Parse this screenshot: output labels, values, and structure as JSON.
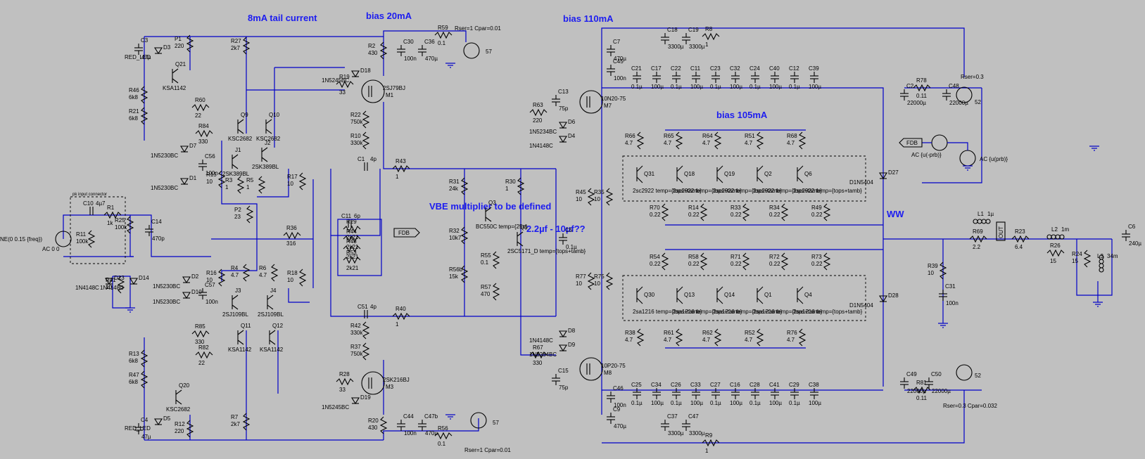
{
  "annotations": {
    "tail_current": "8mA tail current",
    "bias_20": "bias 20mA",
    "bias_110": "bias 110mA",
    "bias_105": "bias 105mA",
    "vbe_note": "VBE multiplier to be defined",
    "cap_note": "2.2µf - 10µf??",
    "ww": "WW"
  },
  "inputs": {
    "input_connector": "pk input connector",
    "v5_spec": "NE(0 0.15 {freq})",
    "v5_ac": "AC 0 0",
    "fdb_label": "FDB",
    "ac_v": "AC {u(-prb)}",
    "ac_i": "AC {u(prb)}"
  },
  "supplies": {
    "v6_rser": "Rser=1 Cpar=0.01",
    "v6_value": "57",
    "v7_rser": "Rser=1 Cpar=0.01",
    "v7_value": "57",
    "v1_rser": "Rser=0.3",
    "v1_value": "52",
    "v4_rser": "Rser=0.3 Cpar=0.032",
    "v4_value": "52"
  },
  "components": [
    {
      "ref": "C3",
      "value": "47µ"
    },
    {
      "ref": "D3",
      "value": "RED_LED"
    },
    {
      "ref": "P1",
      "value": "220"
    },
    {
      "ref": "Q21",
      "value": "KSA1142"
    },
    {
      "ref": "R46",
      "value": "6k8"
    },
    {
      "ref": "R21",
      "value": "6k8"
    },
    {
      "ref": "R60",
      "value": "22"
    },
    {
      "ref": "R84",
      "value": "330"
    },
    {
      "ref": "D7",
      "value": "1N5230BC"
    },
    {
      "ref": "D1",
      "value": "1N5230BC"
    },
    {
      "ref": "C56",
      "value": "100n"
    },
    {
      "ref": "R27",
      "value": "2k7"
    },
    {
      "ref": "Q9",
      "value": "KSC2682"
    },
    {
      "ref": "Q10",
      "value": "KSC2682"
    },
    {
      "ref": "J1",
      "value": "2SK389BL"
    },
    {
      "ref": "J2",
      "value": "2SK389BL"
    },
    {
      "ref": "R15",
      "value": "10"
    },
    {
      "ref": "R3",
      "value": "1"
    },
    {
      "ref": "R5",
      "value": "1"
    },
    {
      "ref": "R17",
      "value": "10"
    },
    {
      "ref": "P2",
      "value": "23"
    },
    {
      "ref": "R36",
      "value": "316"
    },
    {
      "ref": "C10",
      "value": "4µ7"
    },
    {
      "ref": "R1",
      "value": "1k"
    },
    {
      "ref": "R25",
      "value": "100k"
    },
    {
      "ref": "C14",
      "value": "470p"
    },
    {
      "ref": "R11",
      "value": "100k"
    },
    {
      "ref": "D13",
      "value": "1N4148C"
    },
    {
      "ref": "D14",
      "value": "1N4148C"
    },
    {
      "ref": "R41",
      "value": "10"
    },
    {
      "ref": "D2",
      "value": "1N5230BC"
    },
    {
      "ref": "D10",
      "value": "1N5230BC"
    },
    {
      "ref": "C57",
      "value": "100n"
    },
    {
      "ref": "R16",
      "value": "10"
    },
    {
      "ref": "R4",
      "value": "4.7"
    },
    {
      "ref": "R6",
      "value": "4.7"
    },
    {
      "ref": "R18",
      "value": "10"
    },
    {
      "ref": "J3",
      "value": "2SJ109BL"
    },
    {
      "ref": "J4",
      "value": "2SJ109BL"
    },
    {
      "ref": "R85",
      "value": "330"
    },
    {
      "ref": "R82",
      "value": "22"
    },
    {
      "ref": "Q11",
      "value": "KSA1142"
    },
    {
      "ref": "Q12",
      "value": "KSA1142"
    },
    {
      "ref": "R13",
      "value": "6k8"
    },
    {
      "ref": "R47",
      "value": "6k8"
    },
    {
      "ref": "Q20",
      "value": "KSC2682"
    },
    {
      "ref": "C4",
      "value": "47µ"
    },
    {
      "ref": "D5",
      "value": "RED_LED"
    },
    {
      "ref": "R12",
      "value": "220"
    },
    {
      "ref": "R7",
      "value": "2k7"
    },
    {
      "ref": "R2",
      "value": "430"
    },
    {
      "ref": "C30",
      "value": "100n"
    },
    {
      "ref": "C36",
      "value": "470µ"
    },
    {
      "ref": "R59",
      "value": "0.1"
    },
    {
      "ref": "V6",
      "value": "57"
    },
    {
      "ref": "D18",
      "value": "1N5245BC"
    },
    {
      "ref": "R19",
      "value": "33"
    },
    {
      "ref": "M1",
      "value": "2SJ79BJ"
    },
    {
      "ref": "R22",
      "value": "750k"
    },
    {
      "ref": "R10",
      "value": "330k"
    },
    {
      "ref": "C1",
      "value": "4p"
    },
    {
      "ref": "R43",
      "value": "1"
    },
    {
      "ref": "C11",
      "value": "6p"
    },
    {
      "ref": "R29",
      "value": "2k21"
    },
    {
      "ref": "R44",
      "value": "2k21"
    },
    {
      "ref": "R48",
      "value": "2k21"
    },
    {
      "ref": "R53",
      "value": "2k21"
    },
    {
      "ref": "C51",
      "value": "4p"
    },
    {
      "ref": "R40",
      "value": "1"
    },
    {
      "ref": "R42",
      "value": "330k"
    },
    {
      "ref": "R37",
      "value": "750k"
    },
    {
      "ref": "R28",
      "value": "33"
    },
    {
      "ref": "M3",
      "value": "2SK216BJ"
    },
    {
      "ref": "D19",
      "value": "1N5245BC"
    },
    {
      "ref": "R20",
      "value": "430"
    },
    {
      "ref": "C44",
      "value": "100n"
    },
    {
      "ref": "C47b",
      "value": "470µ"
    },
    {
      "ref": "R56",
      "value": "0.1"
    },
    {
      "ref": "V7",
      "value": "57"
    },
    {
      "ref": "R31",
      "value": "24k"
    },
    {
      "ref": "R32",
      "value": "10k7"
    },
    {
      "ref": "R30",
      "value": "1"
    },
    {
      "ref": "Q3",
      "value": "BC550C temp={25c}"
    },
    {
      "ref": "R56b",
      "value": "15k"
    },
    {
      "ref": "Q5",
      "value": "2SC5171_D temp={tops+tamb}"
    },
    {
      "ref": "C5",
      "value": "0.1µ"
    },
    {
      "ref": "R55",
      "value": "0.1"
    },
    {
      "ref": "R57",
      "value": "470"
    },
    {
      "ref": "C13",
      "value": "75p"
    },
    {
      "ref": "R63",
      "value": "220"
    },
    {
      "ref": "D6",
      "value": "1N5234BC"
    },
    {
      "ref": "D4",
      "value": "1N4148C"
    },
    {
      "ref": "M7",
      "value": "10N20-75"
    },
    {
      "ref": "C7",
      "value": "470µ"
    },
    {
      "ref": "C45",
      "value": "100n"
    },
    {
      "ref": "R45",
      "value": "10"
    },
    {
      "ref": "R35",
      "value": "10"
    },
    {
      "ref": "R77",
      "value": "10"
    },
    {
      "ref": "R75",
      "value": "10"
    },
    {
      "ref": "D8",
      "value": "1N4148C"
    },
    {
      "ref": "D9",
      "value": "1N5234BC"
    },
    {
      "ref": "R67",
      "value": "330"
    },
    {
      "ref": "C15",
      "value": "75p"
    },
    {
      "ref": "M8",
      "value": "10P20-75"
    },
    {
      "ref": "C46",
      "value": "100n"
    },
    {
      "ref": "C9",
      "value": "470µ"
    },
    {
      "ref": "C18",
      "value": "3300µ"
    },
    {
      "ref": "C19",
      "value": "3300µ"
    },
    {
      "ref": "R8",
      "value": "1"
    },
    {
      "ref": "C37",
      "value": "3300µ"
    },
    {
      "ref": "C47",
      "value": "3300µ"
    },
    {
      "ref": "R9",
      "value": "1"
    },
    {
      "ref": "R66",
      "value": "4.7"
    },
    {
      "ref": "R65",
      "value": "4.7"
    },
    {
      "ref": "R64",
      "value": "4.7"
    },
    {
      "ref": "R51",
      "value": "4.7"
    },
    {
      "ref": "R68",
      "value": "4.7"
    },
    {
      "ref": "R70",
      "value": "0.22"
    },
    {
      "ref": "R14",
      "value": "0.22"
    },
    {
      "ref": "R33",
      "value": "0.22"
    },
    {
      "ref": "R34",
      "value": "0.22"
    },
    {
      "ref": "R49",
      "value": "0.22"
    },
    {
      "ref": "R54",
      "value": "0.22"
    },
    {
      "ref": "R58",
      "value": "0.22"
    },
    {
      "ref": "R71",
      "value": "0.22"
    },
    {
      "ref": "R72",
      "value": "0.22"
    },
    {
      "ref": "R73",
      "value": "0.22"
    },
    {
      "ref": "R38",
      "value": "4.7"
    },
    {
      "ref": "R61",
      "value": "4.7"
    },
    {
      "ref": "R62",
      "value": "4.7"
    },
    {
      "ref": "R52",
      "value": "4.7"
    },
    {
      "ref": "R76",
      "value": "4.7"
    },
    {
      "ref": "D27",
      "value": "D1N5404"
    },
    {
      "ref": "D28",
      "value": "D1N5404"
    },
    {
      "ref": "R78",
      "value": "0.11"
    },
    {
      "ref": "C2",
      "value": "22000µ"
    },
    {
      "ref": "C48",
      "value": "22000µ"
    },
    {
      "ref": "V1",
      "value": "52"
    },
    {
      "ref": "R81",
      "value": "0.11"
    },
    {
      "ref": "C49",
      "value": "22000µ"
    },
    {
      "ref": "C50",
      "value": "22000µ"
    },
    {
      "ref": "V4",
      "value": "52"
    },
    {
      "ref": "L1",
      "value": "1µ"
    },
    {
      "ref": "R69",
      "value": "2.2"
    },
    {
      "ref": "R23",
      "value": "6.4"
    },
    {
      "ref": "L2",
      "value": "1m"
    },
    {
      "ref": "R26",
      "value": "15"
    },
    {
      "ref": "R24",
      "value": "15"
    },
    {
      "ref": "L3",
      "value": "34m"
    },
    {
      "ref": "C6",
      "value": "240µ"
    },
    {
      "ref": "R39",
      "value": "10"
    },
    {
      "ref": "C31",
      "value": "100n"
    }
  ],
  "output_devices": {
    "top_model": "2sc2922 temp={tops+tamb}",
    "bot_model": "2sa1216 temp={tops+tamb}",
    "top_refs": [
      "Q31",
      "Q18",
      "Q19",
      "Q2",
      "Q6"
    ],
    "bot_refs": [
      "Q30",
      "Q13",
      "Q14",
      "Q1",
      "Q4"
    ]
  },
  "decoupling": {
    "c_top": [
      "C21",
      "C17",
      "C22",
      "C11",
      "C23",
      "C32",
      "C24",
      "C40",
      "C12",
      "C39"
    ],
    "c_bot": [
      "C25",
      "C34",
      "C26",
      "C33",
      "C27",
      "C16",
      "C28",
      "C41",
      "C29",
      "C38"
    ],
    "v1": "0.1µ",
    "v2": "100µ"
  },
  "net_labels": {
    "out": "OUT"
  }
}
